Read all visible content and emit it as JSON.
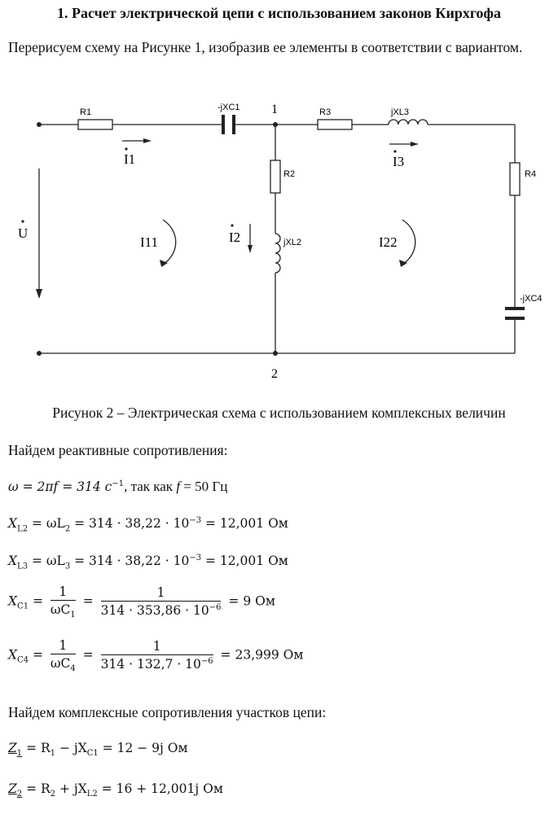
{
  "heading": "1.  Расчет электрической цепи с использованием законов Кирхгофа",
  "intro": "Перерисуем схему на Рисунке 1, изобразив ее элементы в соответствии с вариантом.",
  "diagram": {
    "R1": "R1",
    "jXC1": "-jXC1",
    "node1": "1",
    "R3": "R3",
    "jXL3": "jXL3",
    "R2": "R2",
    "R4": "R4",
    "jXL2": "jXL2",
    "jXC4": "-jXC4",
    "node2": "2",
    "U": "U",
    "I1": "I1",
    "I2": "I2",
    "I3": "I3",
    "I11": "I11",
    "I22": "I22"
  },
  "caption": "Рисунок 2 – Электрическая схема с использованием комплексных величин",
  "reactive_title": "Найдем реактивные сопротивления:",
  "omega": {
    "lhs": "ω = 2πf = 314 с",
    "exp": "−1",
    "rest": ", так как ",
    "f": "f",
    "fval": " = 50 Гц"
  },
  "xl2": {
    "X": "X",
    "sub": "L2",
    "eq": " = ωL",
    "sub2": "2",
    "rest": " = 314 · 38,22 · 10",
    "exp": "−3",
    "res": " = 12,001 Ом"
  },
  "xl3": {
    "X": "X",
    "sub": "L3",
    "eq": " = ωL",
    "sub2": "3",
    "rest": " = 314 · 38,22 · 10",
    "exp": "−3",
    "res": " = 12,001 Ом"
  },
  "xc1": {
    "X": "X",
    "sub": "C1",
    "num1": "1",
    "den1": "ωC",
    "densub": "1",
    "num2": "1",
    "den2": "314 · 353,86 · 10",
    "exp": "−6",
    "res": " = 9 Ом"
  },
  "xc4": {
    "X": "X",
    "sub": "C4",
    "num1": "1",
    "den1": "ωC",
    "densub": "4",
    "num2": "1",
    "den2": "314 · 132,7 · 10",
    "exp": "−6",
    "res": " = 23,999 Ом"
  },
  "complex_title": "Найдем комплексные сопротивления участков цепи:",
  "z1": {
    "Z": "Z",
    "sub": "1",
    "eq": " = R",
    "rsub": "1",
    "mid": " − jX",
    "xsub": "C1",
    "res": " = 12 − 9j Ом"
  },
  "z2": {
    "Z": "Z",
    "sub": "2",
    "eq": " = R",
    "rsub": "2",
    "mid": " + jX",
    "xsub": "L2",
    "res": " = 16 + 12,001j Ом"
  }
}
